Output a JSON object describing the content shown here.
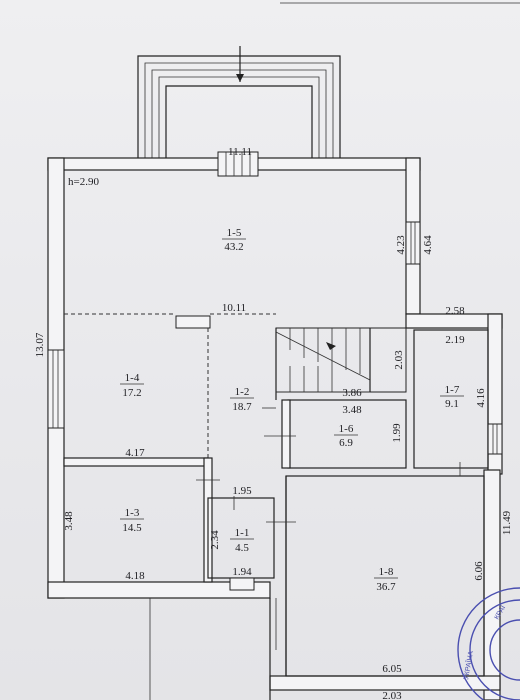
{
  "header": {
    "height_label": "h=2.90"
  },
  "rooms": [
    {
      "id": "1-5",
      "area": "43.2"
    },
    {
      "id": "1-4",
      "area": "17.2"
    },
    {
      "id": "1-2",
      "area": "18.7"
    },
    {
      "id": "1-7",
      "area": "9.1"
    },
    {
      "id": "1-6",
      "area": "6.9"
    },
    {
      "id": "1-3",
      "area": "14.5"
    },
    {
      "id": "1-1",
      "area": "4.5"
    },
    {
      "id": "1-8",
      "area": "36.7"
    }
  ],
  "dimensions": {
    "terrace_width": "11.11",
    "top_right_a": "4.23",
    "top_right_b": "4.64",
    "left_total": "13.07",
    "mid_width": "10.11",
    "right_ext_top": "2.58",
    "right_ext_inner": "2.19",
    "stairs_height": "2.03",
    "stairs_width": "3.86",
    "room16_width": "3.48",
    "room16_height": "1.99",
    "room17_height": "4.16",
    "room14_width": "4.17",
    "hall_width": "1.95",
    "room13_height": "3.48",
    "room11_height": "2.34",
    "room13_width": "4.18",
    "room11_width": "1.94",
    "room18_height": "6.06",
    "right_total": "11.49",
    "room18_width": "6.05",
    "bottom_partial": "2.03"
  },
  "stamp": {
    "text_a": "КРАЇ",
    "text_b": "УКРАЇНА"
  }
}
